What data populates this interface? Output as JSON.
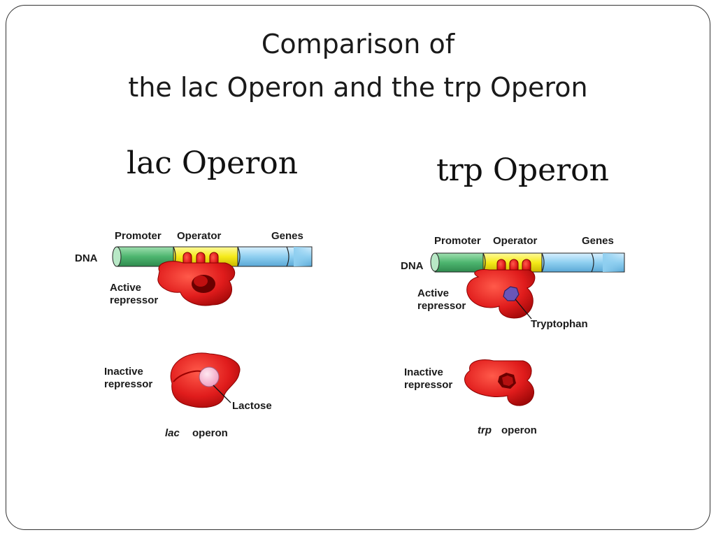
{
  "slide": {
    "title_line1": "Comparison of",
    "title_line2": "the lac Operon and the trp Operon"
  },
  "lac": {
    "heading": "lac Operon",
    "promoter": "Promoter",
    "operator": "Operator",
    "genes": "Genes",
    "dna": "DNA",
    "active1": "Active",
    "active2": "repressor",
    "inactive1": "Inactive",
    "inactive2": "repressor",
    "lactose": "Lactose",
    "caption_italic": "lac",
    "caption_word": "operon"
  },
  "trp": {
    "heading": "trp Operon",
    "promoter": "Promoter",
    "operator": "Operator",
    "genes": "Genes",
    "dna": "DNA",
    "active1": "Active",
    "active2": "repressor",
    "tryptophan": "Tryptophan",
    "inactive1": "Inactive",
    "inactive2": "repressor",
    "caption_italic": "trp",
    "caption_word": "operon"
  },
  "colors": {
    "promoter": "#4db56f",
    "operator": "#f5ea1a",
    "genes": "#8fcff0",
    "repressor": "#e01c1c",
    "lactose": "#f6b9d0",
    "tryptophan": "#6a55b8"
  }
}
